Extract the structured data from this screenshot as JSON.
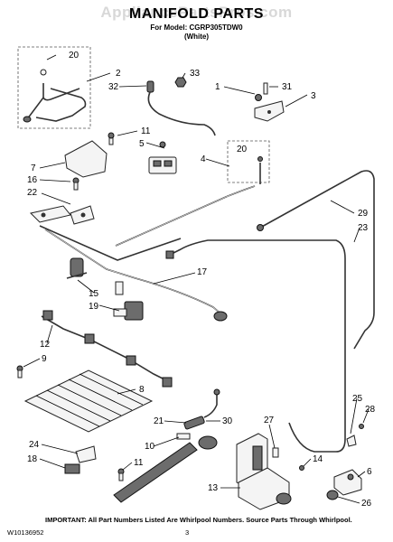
{
  "watermark": "AppliancePartsPros.com",
  "title": "MANIFOLD PARTS",
  "model_line": "For Model: CGRP305TDW0",
  "variant": "(White)",
  "callouts": [
    "20",
    "2",
    "33",
    "32",
    "1",
    "31",
    "3",
    "11",
    "5",
    "20",
    "4",
    "7",
    "16",
    "22",
    "29",
    "23",
    "17",
    "15",
    "19",
    "12",
    "9",
    "8",
    "21",
    "30",
    "27",
    "25",
    "28",
    "24",
    "10",
    "14",
    "6",
    "18",
    "11",
    "13",
    "26"
  ],
  "footer": {
    "doc_number": "W10136952",
    "page": "3",
    "note": "IMPORTANT: All Part Numbers Listed Are Whirlpool Numbers. Source Parts Through Whirlpool."
  }
}
